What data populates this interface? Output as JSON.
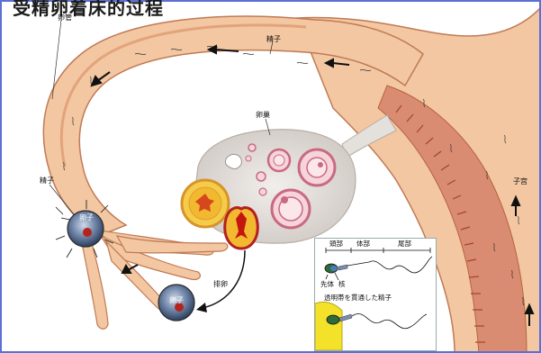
{
  "title": "受精卵着床的过程",
  "labels": {
    "oviduct": "卵管",
    "sperm_top": "精子",
    "ovary": "卵巢",
    "sperm_left": "精子",
    "egg": "卵子",
    "ovulation": "排卵",
    "uterus": "子宫",
    "fertilized": "卵子"
  },
  "inset": {
    "head": "頭部",
    "body": "体部",
    "tail": "尾部",
    "acrosome": "先体",
    "nucleus": "核",
    "caption": "透明帯を貫通した精子"
  },
  "colors": {
    "tube": "#f2c7a1",
    "tube_dark": "#e3a37c",
    "wall": "#d98c72",
    "ovary": "#e4e0dc",
    "follicle": "#c86a80",
    "corpus": "#f2b830",
    "egg": "#5a7396",
    "frame": "#5b6fd6"
  }
}
